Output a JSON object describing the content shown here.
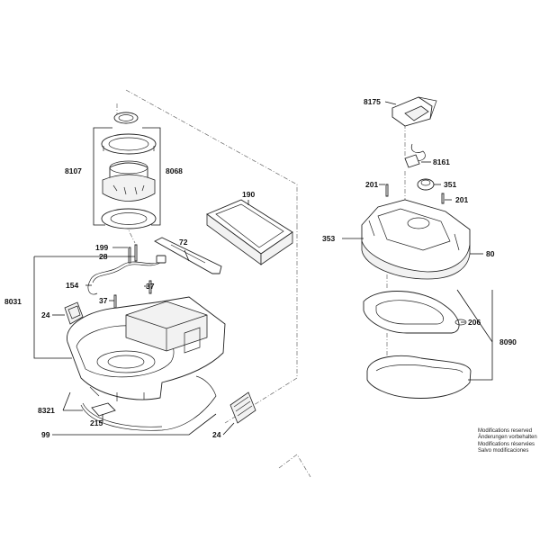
{
  "labels": {
    "l8175": "8175",
    "l8161": "8161",
    "l201a": "201",
    "l351": "351",
    "l201b": "201",
    "l353": "353",
    "l80": "80",
    "l206": "206",
    "l8090": "8090",
    "l8107": "8107",
    "l8068": "8068",
    "l190": "190",
    "l199": "199",
    "l72": "72",
    "l28": "28",
    "l8031": "8031",
    "l154": "154",
    "l37a": "37",
    "l37b": "37",
    "l24a": "24",
    "l8321": "8321",
    "l215": "215",
    "l99": "99",
    "l24b": "24"
  },
  "notes": [
    "Modifications reserved",
    "Änderungen vorbehalten",
    "Modifications réservées",
    "Salvo modificaciones"
  ]
}
